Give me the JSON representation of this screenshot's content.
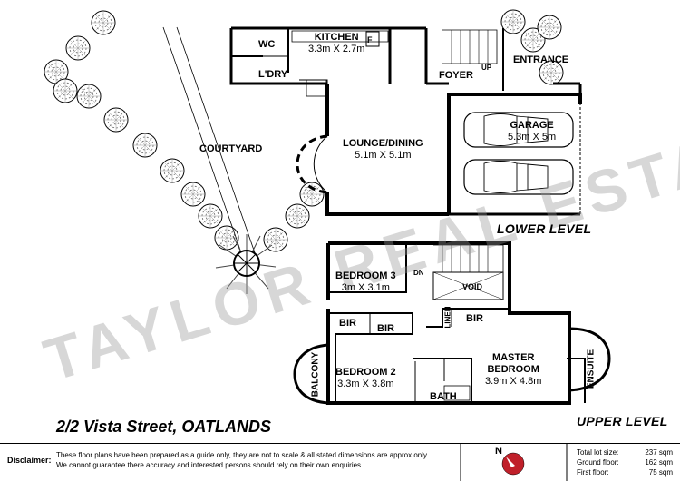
{
  "rooms": {
    "wc": "WC",
    "kitchen": "KITCHEN",
    "kitchen_dim": "3.3m X 2.7m",
    "fridge": "F",
    "laundry": "L'DRY",
    "foyer": "FOYER",
    "up": "UP",
    "entrance": "ENTRANCE",
    "garage": "GARAGE",
    "garage_dim": "5.3m X 5m",
    "courtyard": "COURTYARD",
    "lounge": "LOUNGE/DINING",
    "lounge_dim": "5.1m X 5.1m",
    "bedroom3": "BEDROOM 3",
    "bedroom3_dim": "3m X 3.1m",
    "dn": "DN",
    "void": "VOID",
    "bir1": "BIR",
    "bir2": "BIR",
    "bir3": "BIR",
    "linen": "LINEN",
    "balcony": "BALCONY",
    "bedroom2": "BEDROOM 2",
    "bedroom2_dim": "3.3m X 3.8m",
    "bath": "BATH",
    "master": "MASTER",
    "master2": "BEDROOM",
    "master_dim": "3.9m X 4.8m",
    "ensuite": "ENSUITE"
  },
  "levels": {
    "lower": "LOWER LEVEL",
    "upper": "UPPER LEVEL"
  },
  "address": "2/2 Vista Street, OATLANDS",
  "watermark": "TAYLOR REAL ESTATE",
  "footer": {
    "disclaimer_title": "Disclaimer:",
    "disclaimer_line1": "These floor plans have been prepared as a guide only, they are not to scale & all stated dimensions are approx only.",
    "disclaimer_line2": "We cannot guarantee there accuracy and interested persons should rely on their own enquiries.",
    "compass": "N",
    "total_lot_label": "Total lot size:",
    "total_lot_value": "237 sqm",
    "ground_label": "Ground floor:",
    "ground_value": "162 sqm",
    "first_label": "First floor:",
    "first_value": "75 sqm"
  },
  "colors": {
    "wall": "#000000",
    "compass_accent": "#c0202a",
    "watermark": "#969696"
  },
  "icons": [
    "tree-icon",
    "car-icon",
    "compass-icon"
  ]
}
